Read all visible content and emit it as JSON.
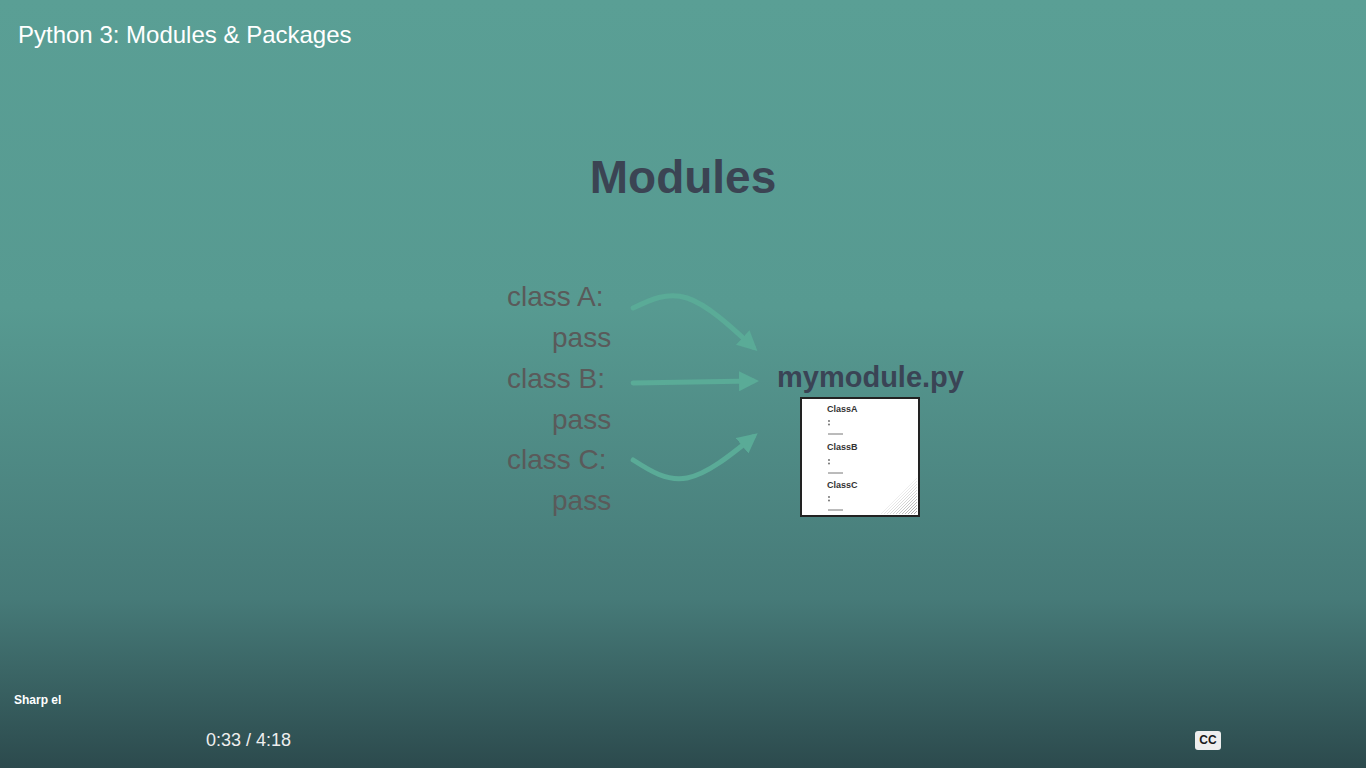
{
  "diagram": {
    "title": "Python 3: Modules & Packages",
    "nodes": [
      {
        "text": [
          "Modules"
        ]
      },
      {
        "text": [
          "class A:",
          "pass"
        ],
        "in": 0
      },
      {
        "text": [
          "class B:",
          "pass"
        ],
        "in": 0
      },
      {
        "text": [
          "class C:",
          "pass"
        ],
        "in": 0
      },
      {
        "text": [
          "mymodule.py",
          "ClassA",
          "ClassB",
          "ClassC"
        ],
        "in": 0
      }
    ],
    "edges": [
      {
        "from": 1,
        "to": 4,
        "arrow": "to"
      },
      {
        "from": 2,
        "to": 4,
        "arrow": "to"
      },
      {
        "from": 3,
        "to": 4,
        "arrow": "to"
      }
    ],
    "labels": [
      "Sharp el",
      "0:33 / 4:18",
      "CC"
    ]
  }
}
